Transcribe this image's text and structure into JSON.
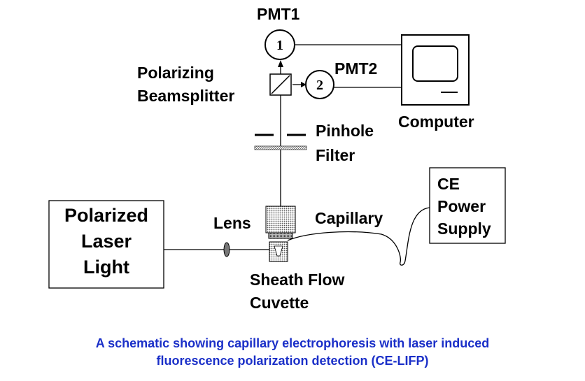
{
  "labels": {
    "pmt1": "PMT1",
    "pmt2": "PMT2",
    "pmt1_number": "1",
    "pmt2_number": "2",
    "polarizing": "Polarizing",
    "beamsplitter": "Beamsplitter",
    "computer": "Computer",
    "pinhole": "Pinhole",
    "filter": "Filter",
    "ce_line1": "CE",
    "ce_line2": "Power",
    "ce_line3": "Supply",
    "laser_line1": "Polarized",
    "laser_line2": "Laser",
    "laser_line3": "Light",
    "lens": "Lens",
    "capillary": "Capillary",
    "sheath_flow": "Sheath Flow",
    "cuvette": "Cuvette"
  },
  "caption": {
    "line1": "A schematic showing capillary electrophoresis with laser induced",
    "line2": "fluorescence polarization detection (CE-LIFP)"
  },
  "colors": {
    "caption": "#1a2fc8",
    "line": "#000000"
  }
}
